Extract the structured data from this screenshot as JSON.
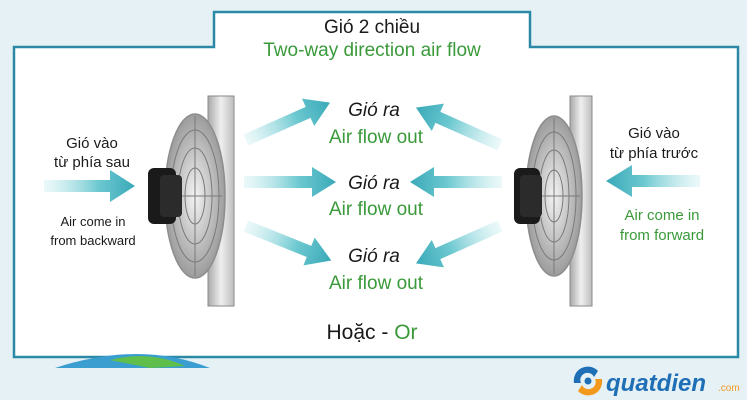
{
  "header": {
    "title_vi": "Gió 2 chiều",
    "title_en": "Two-way direction air flow"
  },
  "left_panel": {
    "label_vi_line1": "Gió vào",
    "label_vi_line2": "từ phía sau",
    "label_en_line1": "Air come in",
    "label_en_line2": "from backward"
  },
  "right_panel": {
    "label_vi_line1": "Gió vào",
    "label_vi_line2": "từ phía trước",
    "label_en_line1": "Air come in",
    "label_en_line2": "from forward"
  },
  "center": {
    "outputs": [
      {
        "vi": "Gió ra",
        "en": "Air flow out"
      },
      {
        "vi": "Gió ra",
        "en": "Air flow out"
      },
      {
        "vi": "Gió ra",
        "en": "Air flow out"
      }
    ]
  },
  "footer": {
    "or_vi": "Hoặc",
    "or_sep": " - ",
    "or_en": "Or"
  },
  "logo": {
    "name": "quatdien",
    "suffix": ".com"
  },
  "colors": {
    "frame": "#2a8aa5",
    "panel_bg": "#ffffff",
    "arrow": "#4fb7c5",
    "green_text": "#3a9a3a",
    "dark_text": "#1a1a1a",
    "logo_blue": "#1f6fb7",
    "logo_orange": "#f39a1e"
  }
}
